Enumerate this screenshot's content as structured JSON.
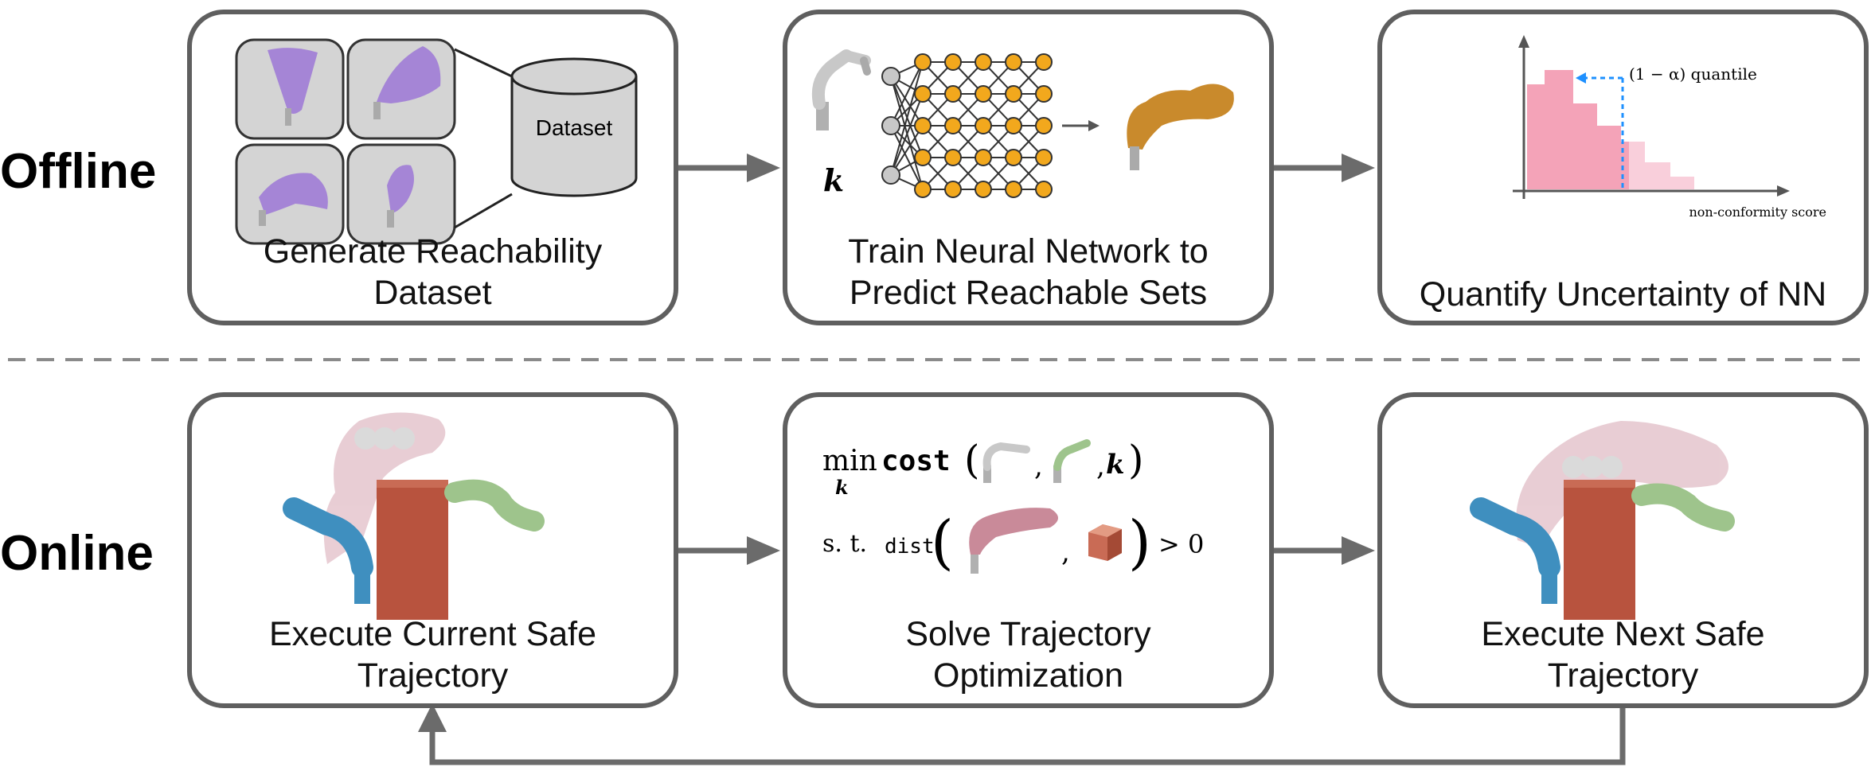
{
  "rows": {
    "offline_label": "Offline",
    "online_label": "Online"
  },
  "offline": {
    "step1": {
      "caption_lines": [
        "Generate Reachability",
        "Dataset"
      ],
      "dataset_label": "Dataset"
    },
    "step2": {
      "caption_lines": [
        "Train Neural Network to",
        "Predict Reachable Sets"
      ],
      "k_symbol": "k"
    },
    "step3": {
      "caption": "Quantify Uncertainty of NN",
      "quantile_label": "(1 − α) quantile",
      "xaxis_label": "non-conformity score"
    }
  },
  "online": {
    "step1": {
      "caption_lines": [
        "Execute Current Safe",
        "Trajectory"
      ]
    },
    "step2": {
      "caption_lines": [
        "Solve Trajectory",
        "Optimization"
      ],
      "min_op": "min",
      "min_sub": "k",
      "cost_fn": "cost",
      "k_arg": "k",
      "st": "s. t.",
      "dist_fn": "dist",
      "constraint": "> 0"
    },
    "step3": {
      "caption_lines": [
        "Execute Next Safe",
        "Trajectory"
      ]
    }
  },
  "colors": {
    "box_border": "#5f5f5f",
    "arrow": "#6b6b6b",
    "reach_purple": "#a585d6",
    "nn_node": "#f2a81d",
    "reach_orange": "#c98a2c",
    "hist_dark": "#f4a3b8",
    "hist_light": "#f9cfdb",
    "quantile_line": "#1e90ff",
    "robot_pink": "#c98a99",
    "robot_blue": "#3f8fbf",
    "robot_green": "#9ec48c",
    "obstacle": "#b8533e"
  }
}
